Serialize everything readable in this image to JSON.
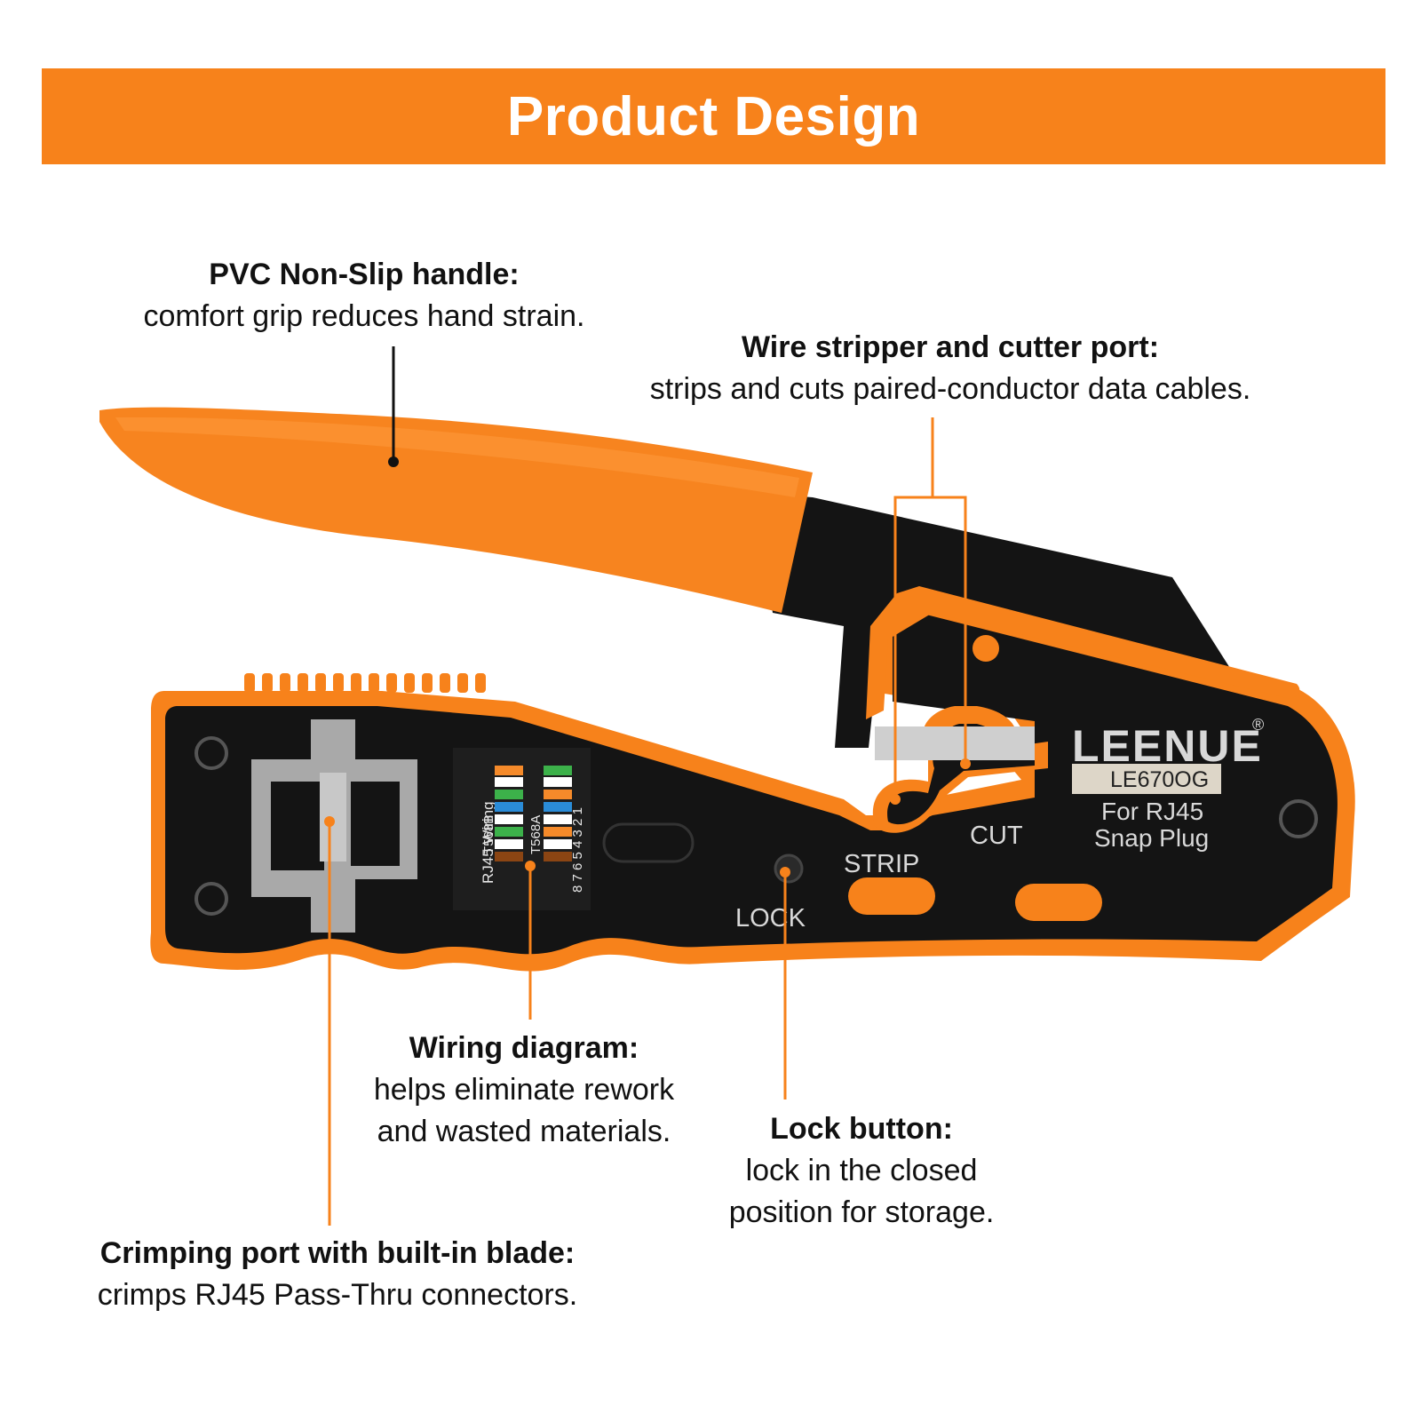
{
  "header": {
    "title": "Product Design"
  },
  "tool": {
    "brand": "LEENUE",
    "registered_mark": "®",
    "model": "LE670OG",
    "subtitle_line1": "For RJ45",
    "subtitle_line2": "Snap Plug",
    "label_cut": "CUT",
    "label_strip": "STRIP",
    "label_lock": "LOCK",
    "wiring_title": "RJ45 Wiring",
    "wiring_t568b": "T568B",
    "wiring_t568a": "T568A",
    "wiring_pins": "8 7 6 5 4 3 2 1"
  },
  "callouts": {
    "handle": {
      "title": "PVC Non-Slip handle:",
      "line1": "comfort grip reduces hand strain."
    },
    "stripper": {
      "title": "Wire stripper and cutter port:",
      "line1": "strips and cuts paired-conductor data cables."
    },
    "wiring": {
      "title": "Wiring diagram:",
      "line1": "helps eliminate rework",
      "line2": "and wasted materials."
    },
    "lock": {
      "title": "Lock button:",
      "line1": "lock in the closed",
      "line2": "position for storage."
    },
    "crimp": {
      "title": "Crimping port with built-in blade:",
      "line1": "crimps RJ45 Pass-Thru connectors."
    }
  },
  "colors": {
    "accent": "#f7821b",
    "handle": "#f7841f",
    "body": "#111111",
    "leader_dark": "#111111",
    "leader_orange": "#f7821b"
  }
}
